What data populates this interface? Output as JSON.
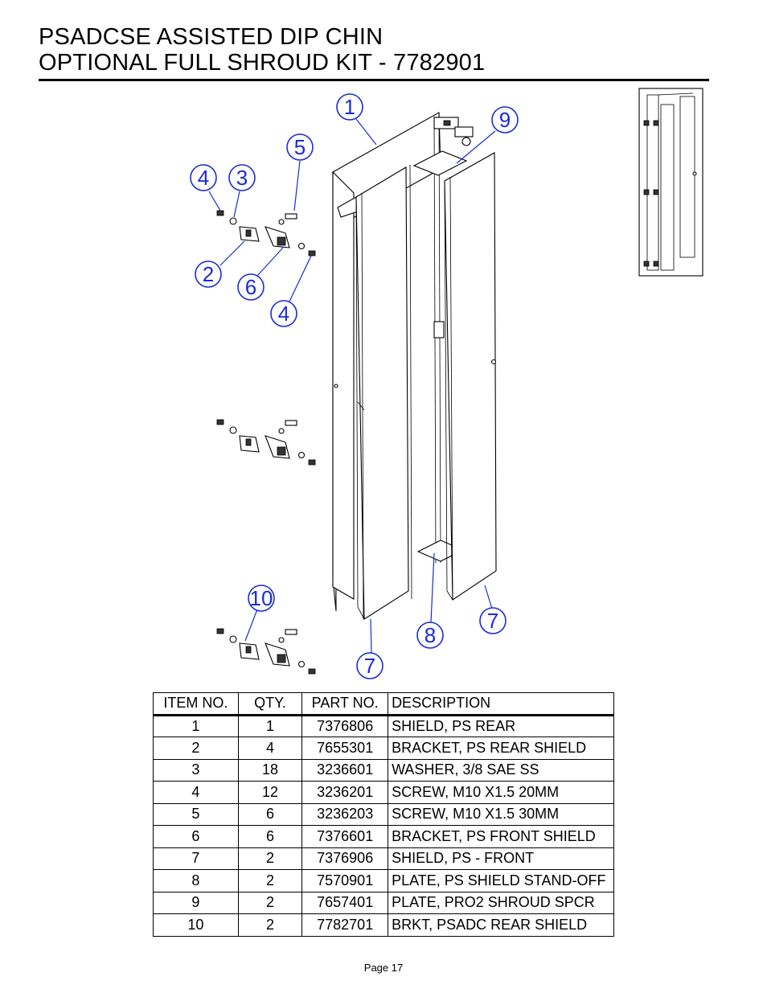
{
  "title": {
    "line1": "PSADCSE ASSISTED DIP CHIN",
    "line2": "OPTIONAL FULL SHROUD KIT - 7782901"
  },
  "callouts": [
    "1",
    "9",
    "5",
    "4",
    "3",
    "2",
    "6",
    "4",
    "10",
    "7",
    "8",
    "7"
  ],
  "table": {
    "headers": [
      "ITEM NO.",
      "QTY.",
      "PART NO.",
      "DESCRIPTION"
    ],
    "rows": [
      [
        "1",
        "1",
        "7376806",
        "SHIELD, PS REAR"
      ],
      [
        "2",
        "4",
        "7655301",
        "BRACKET, PS REAR SHIELD"
      ],
      [
        "3",
        "18",
        "3236601",
        "WASHER, 3/8 SAE SS"
      ],
      [
        "4",
        "12",
        "3236201",
        "SCREW, M10 X1.5 20MM"
      ],
      [
        "5",
        "6",
        "3236203",
        "SCREW, M10 X1.5 30MM"
      ],
      [
        "6",
        "6",
        "7376601",
        "BRACKET, PS FRONT SHIELD"
      ],
      [
        "7",
        "2",
        "7376906",
        "SHIELD, PS - FRONT"
      ],
      [
        "8",
        "2",
        "7570901",
        "PLATE, PS SHIELD STAND-OFF"
      ],
      [
        "9",
        "2",
        "7657401",
        "PLATE, PRO2 SHROUD SPCR"
      ],
      [
        "10",
        "2",
        "7782701",
        "BRKT, PSADC REAR SHIELD"
      ]
    ]
  },
  "footer": "Page 17",
  "colors": {
    "callout": "#1a2bd8"
  }
}
